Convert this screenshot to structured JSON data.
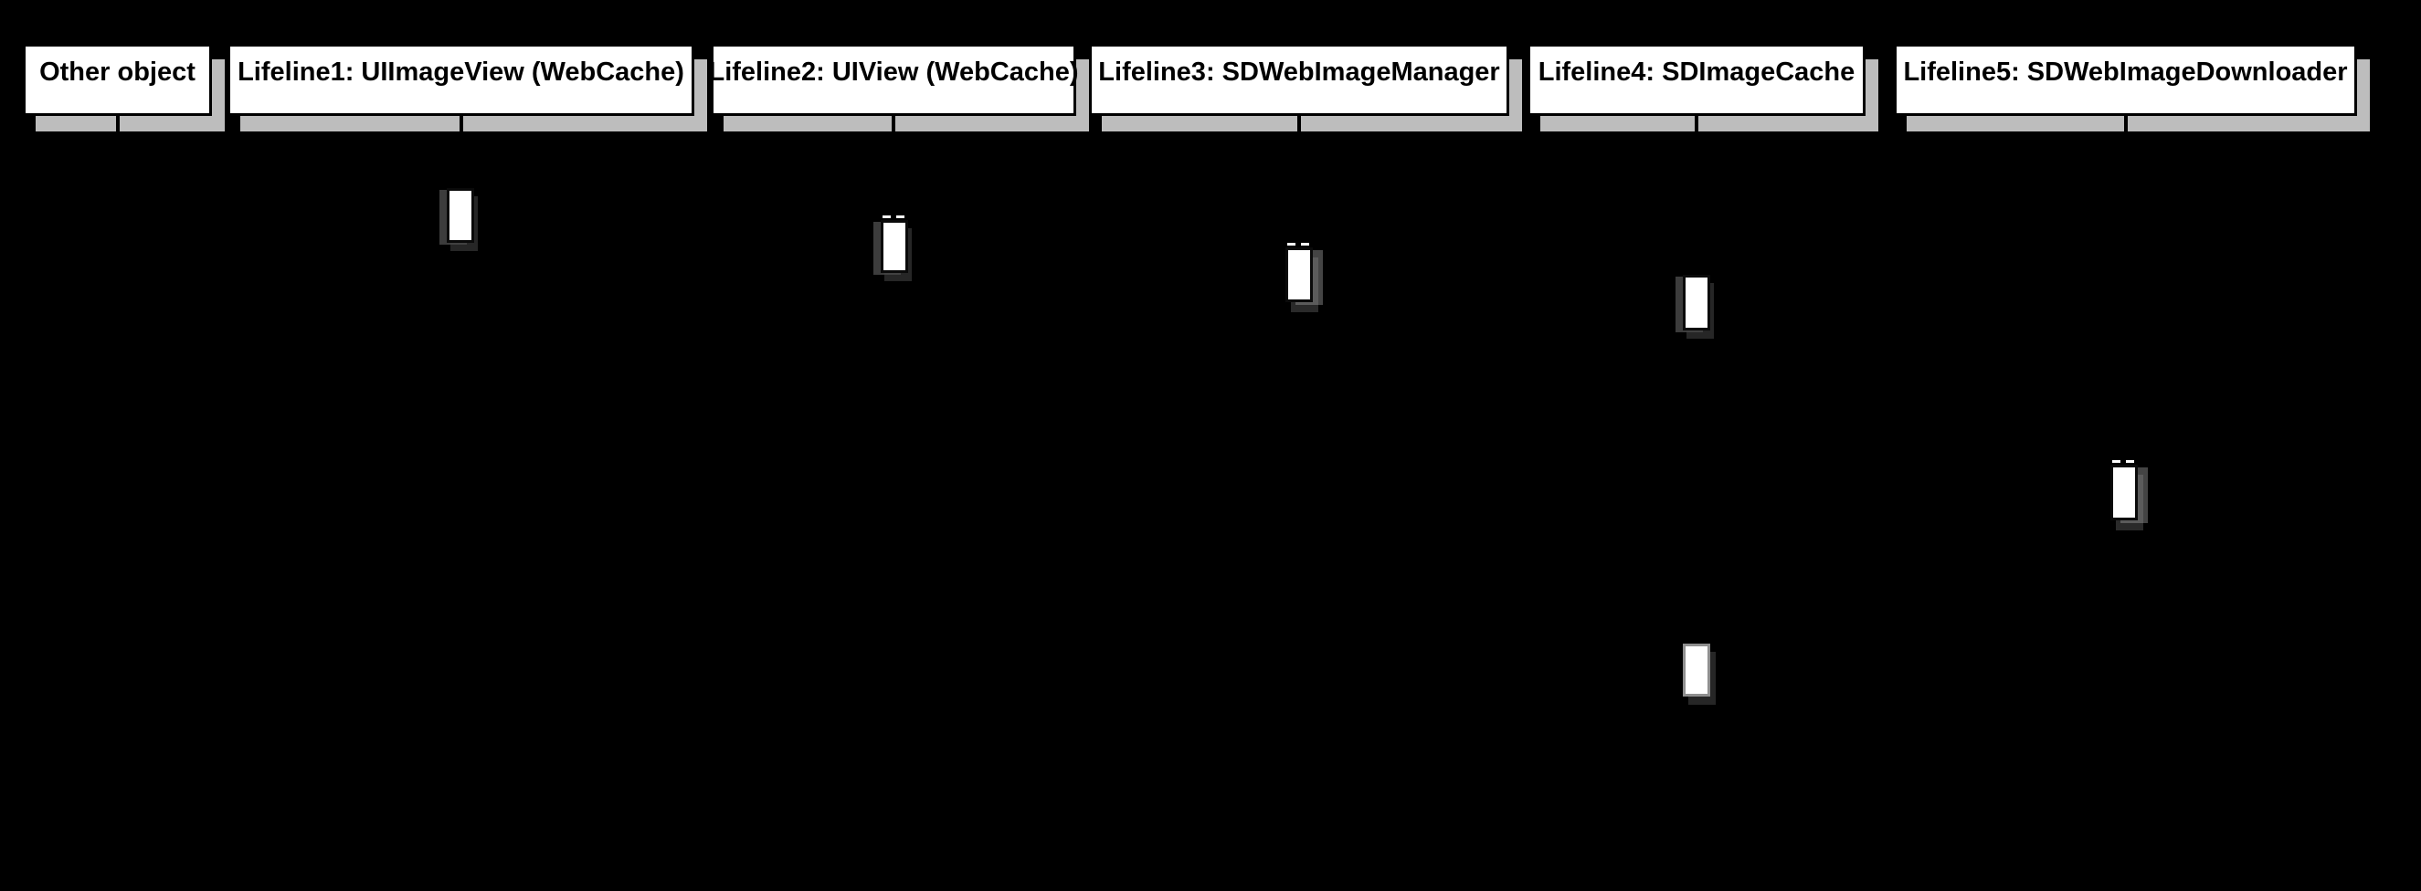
{
  "diagram": {
    "type": "uml-sequence-diagram",
    "background_color": "#000000",
    "lifelines": [
      {
        "id": "other-object",
        "label": "Other object"
      },
      {
        "id": "lifeline1",
        "label": "Lifeline1: UIImageView (WebCache)"
      },
      {
        "id": "lifeline2",
        "label": "Lifeline2: UIView (WebCache)"
      },
      {
        "id": "lifeline3",
        "label": "Lifeline3: SDWebImageManager"
      },
      {
        "id": "lifeline4",
        "label": "Lifeline4: SDImageCache"
      },
      {
        "id": "lifeline5",
        "label": "Lifeline5: SDWebImageDownloader"
      }
    ],
    "activations": [
      {
        "lifeline": "lifeline1",
        "order": 1
      },
      {
        "lifeline": "lifeline2",
        "order": 2
      },
      {
        "lifeline": "lifeline3",
        "order": 3
      },
      {
        "lifeline": "lifeline4",
        "order": 4
      },
      {
        "lifeline": "lifeline5",
        "order": 5
      },
      {
        "lifeline": "lifeline4",
        "order": 6
      }
    ],
    "colors": {
      "background": "#000000",
      "box_fill": "#ffffff",
      "box_border": "#000000",
      "box_shadow": "#bdbdbd",
      "text": "#000000",
      "activation_fill": "#ffffff",
      "activation_shadow": "#464646"
    }
  }
}
